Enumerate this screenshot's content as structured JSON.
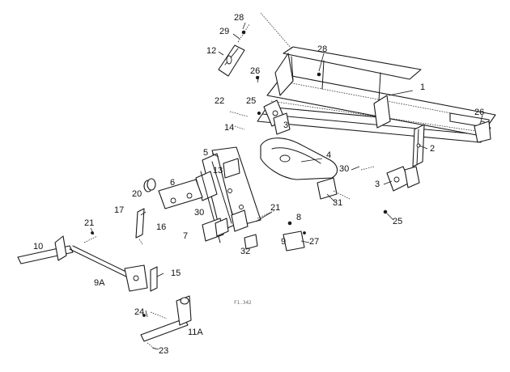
{
  "diagram": {
    "figure_ref": "F1.342",
    "callouts": {
      "c28a": "28",
      "c29": "29",
      "c12": "12",
      "c28b": "28",
      "c26a": "26",
      "c1": "1",
      "c22": "22",
      "c25a": "25",
      "c3a": "3",
      "c14": "14",
      "c26b": "26",
      "c2": "2",
      "c5": "5",
      "c4": "4",
      "c13": "13",
      "c6": "6",
      "c30a": "30",
      "c3b": "3",
      "c20": "20",
      "c31": "31",
      "c17": "17",
      "c21a": "21",
      "c30b": "30",
      "c8": "8",
      "c25b": "25",
      "c16": "16",
      "c7": "7",
      "c21b": "21",
      "c27": "27",
      "c32": "32",
      "c10": "10",
      "c9": "9",
      "c15": "15",
      "c9a": "9A",
      "c24": "24",
      "c11a": "11A",
      "c23": "23"
    }
  }
}
